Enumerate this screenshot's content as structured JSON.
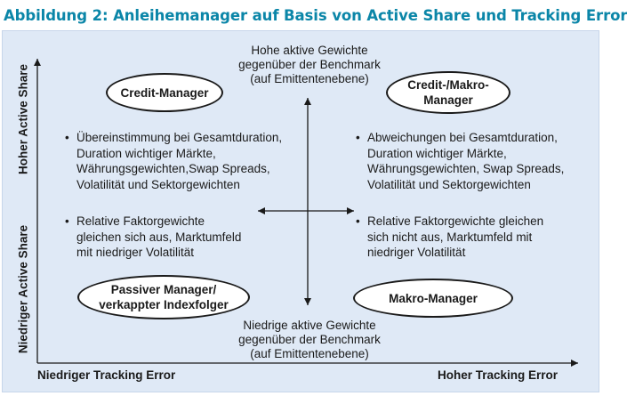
{
  "title": "Abbildung 2: Anleihemanager auf Basis von Active Share und Tracking Error",
  "y_axis": {
    "high": "Hoher Active Share",
    "low": "Niedriger Active Share"
  },
  "x_axis": {
    "low": "Niedriger Tracking Error",
    "high": "Hoher Tracking Error"
  },
  "center_top": [
    "Hohe aktive Gewichte",
    "gegenüber der Benchmark",
    "(auf Emittentenebene)"
  ],
  "center_bottom": [
    "Niedrige aktive Gewichte",
    "gegenüber der Benchmark",
    "(auf Emittentenebene)"
  ],
  "quadrants": {
    "top_left": {
      "label": [
        "Credit-Manager"
      ]
    },
    "top_right": {
      "label": [
        "Credit-/Makro-",
        "Manager"
      ]
    },
    "bottom_left": {
      "label": [
        "Passiver Manager/",
        "verkappter Indexfolger"
      ]
    },
    "bottom_right": {
      "label": [
        "Makro-Manager"
      ]
    }
  },
  "bullets": {
    "left_top": [
      "Übereinstimmung bei Gesamtduration,",
      "Duration wichtiger Märkte,",
      "Währungsgewichten,Swap Spreads,",
      "Volatilität und Sektorgewichten"
    ],
    "right_top": [
      "Abweichungen bei Gesamtduration,",
      "Duration wichtiger Märkte,",
      "Währungsgewichten, Swap Spreads,",
      "Volatilität und Sektorgewichten"
    ],
    "left_bottom": [
      "Relative Faktorgewichte",
      "gleichen sich aus, Marktumfeld",
      "mit niedriger Volatilität"
    ],
    "right_bottom": [
      "Relative Faktorgewichte gleichen",
      "sich nicht aus, Marktumfeld mit",
      "niedriger Volatilität"
    ]
  },
  "bullet_symbol": "•",
  "colors": {
    "title": "#0b86a8",
    "panel": "#dfe9f6",
    "stroke": "#1a1a1a"
  }
}
